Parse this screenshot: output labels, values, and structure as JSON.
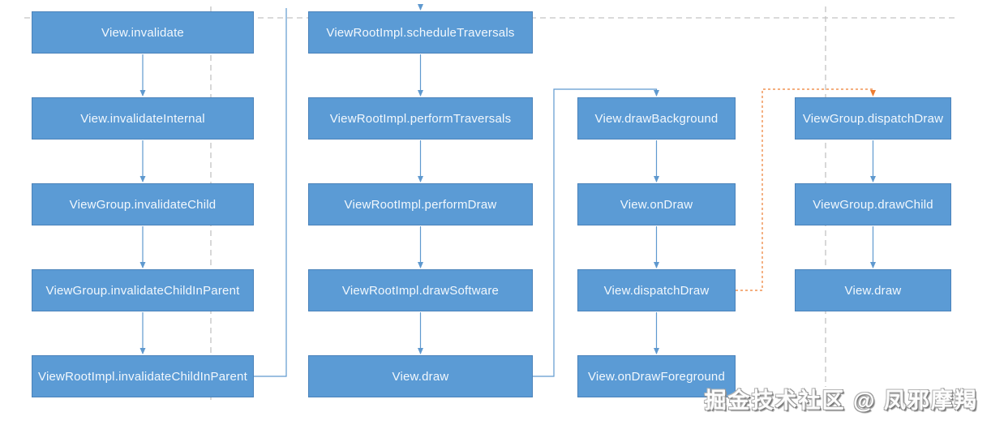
{
  "colors": {
    "node_fill": "#5b9bd5",
    "node_border": "#4a82ba",
    "node_text": "#f2f8fd",
    "connector_blue": "#5f99cf",
    "guide_gray": "#c3c3c3",
    "connector_orange": "#ed7d31"
  },
  "diagram": {
    "nodes": [
      {
        "id": "view-invalidate",
        "label": "View.invalidate",
        "col": 0,
        "row": 0
      },
      {
        "id": "view-invalidate-internal",
        "label": "View.invalidateInternal",
        "col": 0,
        "row": 1
      },
      {
        "id": "viewgroup-invalidate-child",
        "label": "ViewGroup.invalidateChild",
        "col": 0,
        "row": 2
      },
      {
        "id": "viewgroup-invalidate-child-in-parent",
        "label": "ViewGroup.invalidateChildInParent",
        "col": 0,
        "row": 3
      },
      {
        "id": "viewrootimpl-invalidate-child-in-parent",
        "label": "ViewRootImpl.invalidateChildInParent",
        "col": 0,
        "row": 4
      },
      {
        "id": "viewrootimpl-schedule-traversals",
        "label": "ViewRootImpl.scheduleTraversals",
        "col": 1,
        "row": 0
      },
      {
        "id": "viewrootimpl-perform-traversals",
        "label": "ViewRootImpl.performTraversals",
        "col": 1,
        "row": 1
      },
      {
        "id": "viewrootimpl-perform-draw",
        "label": "ViewRootImpl.performDraw",
        "col": 1,
        "row": 2
      },
      {
        "id": "viewrootimpl-draw-software",
        "label": "ViewRootImpl.drawSoftware",
        "col": 1,
        "row": 3
      },
      {
        "id": "view-draw-main",
        "label": "View.draw",
        "col": 1,
        "row": 4
      },
      {
        "id": "view-draw-background",
        "label": "View.drawBackground",
        "col": 2,
        "row": 1
      },
      {
        "id": "view-on-draw",
        "label": "View.onDraw",
        "col": 2,
        "row": 2
      },
      {
        "id": "view-dispatch-draw",
        "label": "View.dispatchDraw",
        "col": 2,
        "row": 3
      },
      {
        "id": "view-on-draw-foreground",
        "label": "View.onDrawForeground",
        "col": 2,
        "row": 4
      },
      {
        "id": "viewgroup-dispatch-draw",
        "label": "ViewGroup.dispatchDraw",
        "col": 3,
        "row": 1
      },
      {
        "id": "viewgroup-draw-child",
        "label": "ViewGroup.drawChild",
        "col": 3,
        "row": 2
      },
      {
        "id": "view-draw-leaf",
        "label": "View.draw",
        "col": 3,
        "row": 3
      }
    ],
    "edges": [
      {
        "from": "view-invalidate",
        "to": "view-invalidate-internal",
        "type": "down"
      },
      {
        "from": "view-invalidate-internal",
        "to": "viewgroup-invalidate-child",
        "type": "down"
      },
      {
        "from": "viewgroup-invalidate-child",
        "to": "viewgroup-invalidate-child-in-parent",
        "type": "down"
      },
      {
        "from": "viewgroup-invalidate-child-in-parent",
        "to": "viewrootimpl-invalidate-child-in-parent",
        "type": "down"
      },
      {
        "from": "viewrootimpl-invalidate-child-in-parent",
        "to": "viewrootimpl-schedule-traversals",
        "type": "elbow-cut"
      },
      {
        "from": "viewrootimpl-schedule-traversals",
        "to": "viewrootimpl-perform-traversals",
        "type": "down"
      },
      {
        "from": "viewrootimpl-perform-traversals",
        "to": "viewrootimpl-perform-draw",
        "type": "down"
      },
      {
        "from": "viewrootimpl-perform-draw",
        "to": "viewrootimpl-draw-software",
        "type": "down"
      },
      {
        "from": "viewrootimpl-draw-software",
        "to": "view-draw-main",
        "type": "down"
      },
      {
        "from": "view-draw-main",
        "to": "view-draw-background",
        "type": "elbow"
      },
      {
        "from": "view-draw-background",
        "to": "view-on-draw",
        "type": "down"
      },
      {
        "from": "view-on-draw",
        "to": "view-dispatch-draw",
        "type": "down"
      },
      {
        "from": "view-dispatch-draw",
        "to": "view-on-draw-foreground",
        "type": "down"
      },
      {
        "from": "view-dispatch-draw",
        "to": "viewgroup-dispatch-draw",
        "type": "elbow-dashed-orange"
      },
      {
        "from": "viewgroup-dispatch-draw",
        "to": "viewgroup-draw-child",
        "type": "down"
      },
      {
        "from": "viewgroup-draw-child",
        "to": "view-draw-leaf",
        "type": "down"
      }
    ]
  },
  "watermark": {
    "text": "掘金技术社区 @ 凤邪摩羯"
  }
}
